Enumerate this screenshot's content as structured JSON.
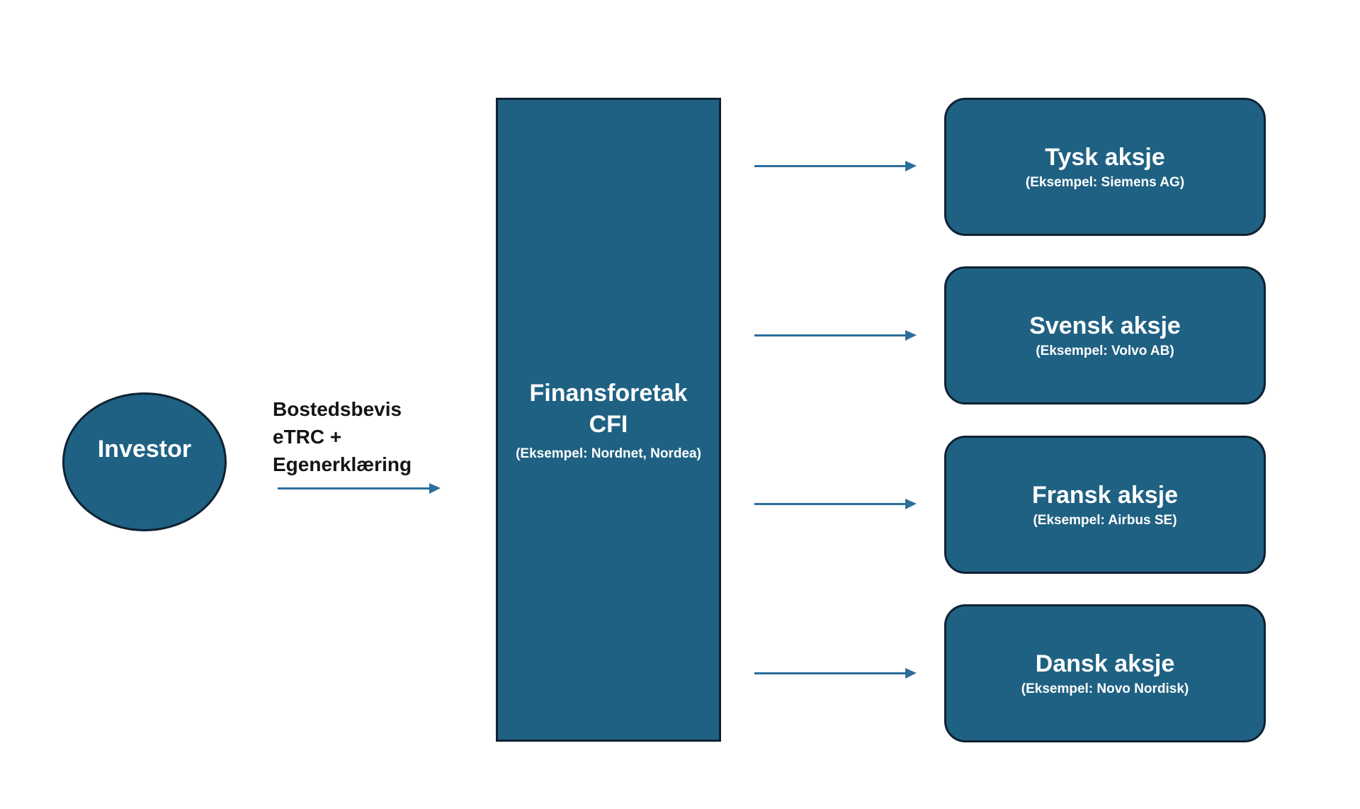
{
  "colors": {
    "shape_fill": "#1f6183",
    "shape_border": "#0e2233",
    "arrow_color": "#2c6e9c",
    "text_light": "#ffffff",
    "text_dark": "#141414"
  },
  "diagram": {
    "investor": {
      "label": "Investor"
    },
    "flow_label": {
      "line1": "Bostedsbevis",
      "line2": "eTRC +",
      "line3": "Egenerklæring"
    },
    "intermediary": {
      "title_line1": "Finansforetak",
      "title_line2": "CFI",
      "example": "(Eksempel: Nordnet, Nordea)"
    },
    "targets": [
      {
        "title": "Tysk aksje",
        "example": "(Eksempel: Siemens AG)"
      },
      {
        "title": "Svensk aksje",
        "example": "(Eksempel: Volvo AB)"
      },
      {
        "title": "Fransk aksje",
        "example": "(Eksempel: Airbus SE)"
      },
      {
        "title": "Dansk aksje",
        "example": "(Eksempel: Novo Nordisk)"
      }
    ]
  }
}
